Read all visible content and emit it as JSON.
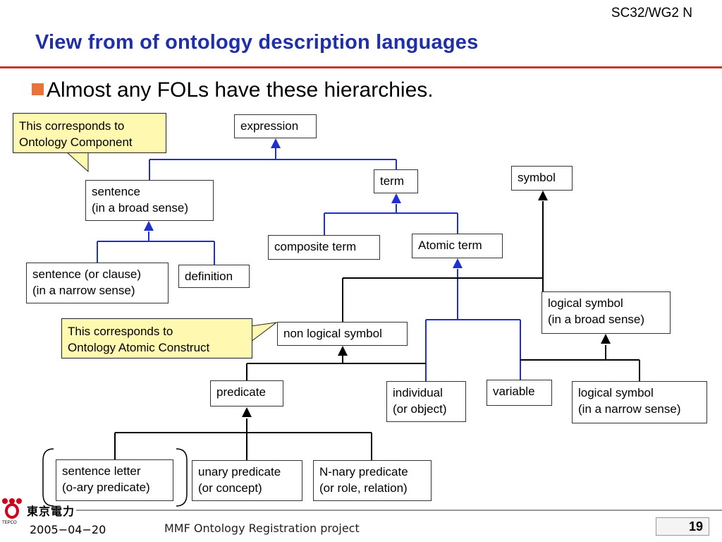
{
  "header": {
    "doc_id": "SC32/WG2 N",
    "title": "View from of ontology description languages"
  },
  "bullet": "Almost any FOLs have these hierarchies.",
  "callouts": {
    "component": [
      "This corresponds to",
      "Ontology Component"
    ],
    "atomic": [
      "This corresponds to",
      "Ontology Atomic Construct"
    ]
  },
  "nodes": {
    "expression": "expression",
    "term": "term",
    "symbol": "symbol",
    "sentence_broad": [
      "sentence",
      "(in a broad sense)"
    ],
    "composite_term": "composite term",
    "atomic_term": "Atomic term",
    "sentence_narrow": [
      "sentence (or clause)",
      "(in a narrow sense)"
    ],
    "definition": "definition",
    "logical_symbol_broad": [
      "logical symbol",
      "(in a broad sense)"
    ],
    "non_logical_symbol": "non logical symbol",
    "predicate": "predicate",
    "individual": [
      "individual",
      "(or object)"
    ],
    "variable": "variable",
    "logical_symbol_narrow": [
      "logical symbol",
      "(in a narrow sense)"
    ],
    "sentence_letter": [
      "sentence letter",
      "(o-ary predicate)"
    ],
    "unary_predicate": [
      "unary predicate",
      "(or concept)"
    ],
    "nary_predicate": [
      "N-nary predicate",
      "(or role, relation)"
    ]
  },
  "footer": {
    "date": "2005−04−20",
    "project": "MMF Ontology Registration project",
    "page": "19",
    "logo_text": "東京電力",
    "logo_sub": "TEPCO"
  },
  "colors": {
    "title": "#1f2fa8",
    "accent_rule": "#c0392b",
    "blue_line": "#1f2fd0",
    "callout_fill": "#fff8b0"
  }
}
